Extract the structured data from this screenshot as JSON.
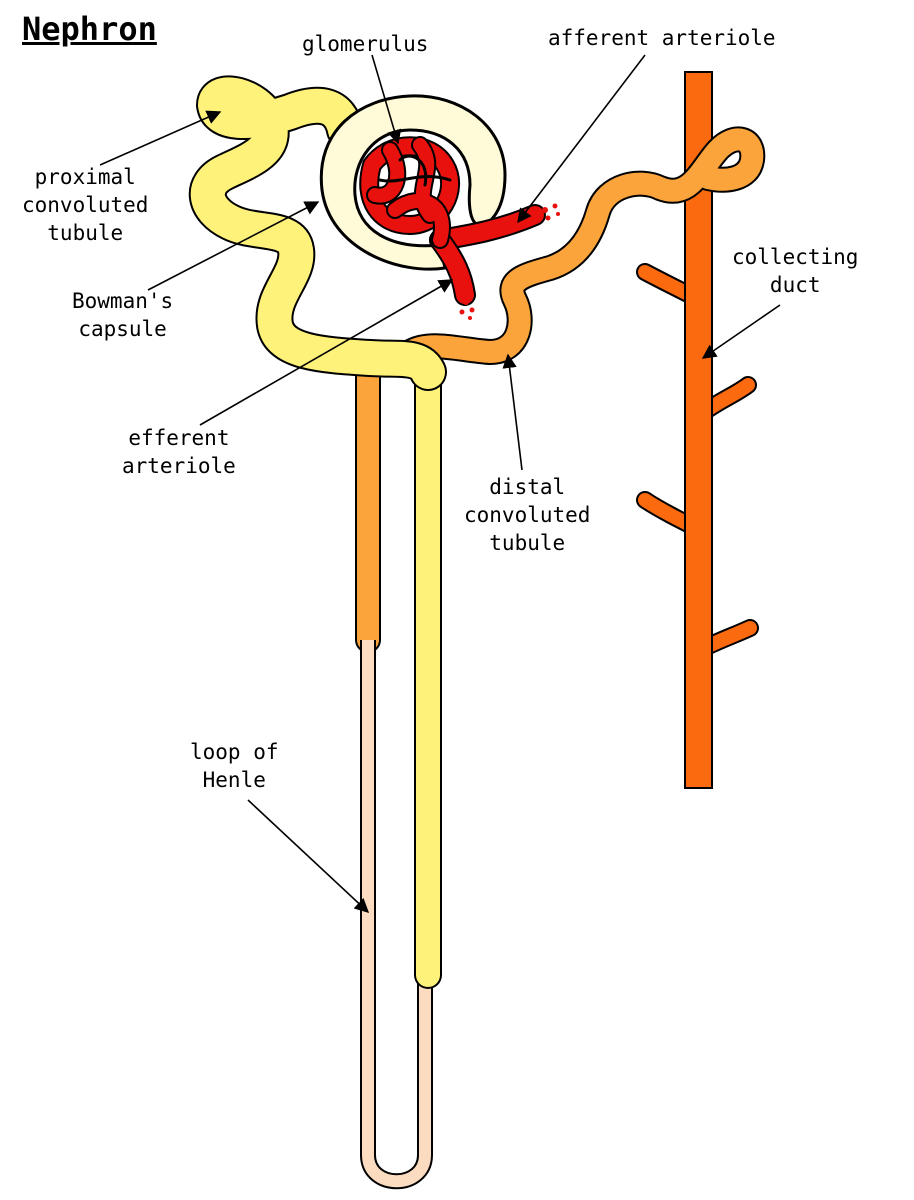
{
  "title": "Nephron",
  "labels": {
    "glomerulus": "glomerulus",
    "afferent_arteriole": "afferent arteriole",
    "proximal_convoluted_tubule": "proximal\nconvoluted\ntubule",
    "bowmans_capsule": "Bowman's\ncapsule",
    "efferent_arteriole": "efferent\narteriole",
    "distal_convoluted_tubule": "distal\nconvoluted\ntubule",
    "collecting_duct": "collecting\nduct",
    "loop_of_henle": "loop of\nHenle"
  },
  "colors": {
    "proximal_tubule": "#fff27a",
    "distal_tubule": "#fca43c",
    "collecting_duct": "#fc6a10",
    "capsule": "#fffbd8",
    "glomerulus": "#e8110e",
    "thin_limb": "#fcdcc0",
    "outline": "#000000"
  }
}
